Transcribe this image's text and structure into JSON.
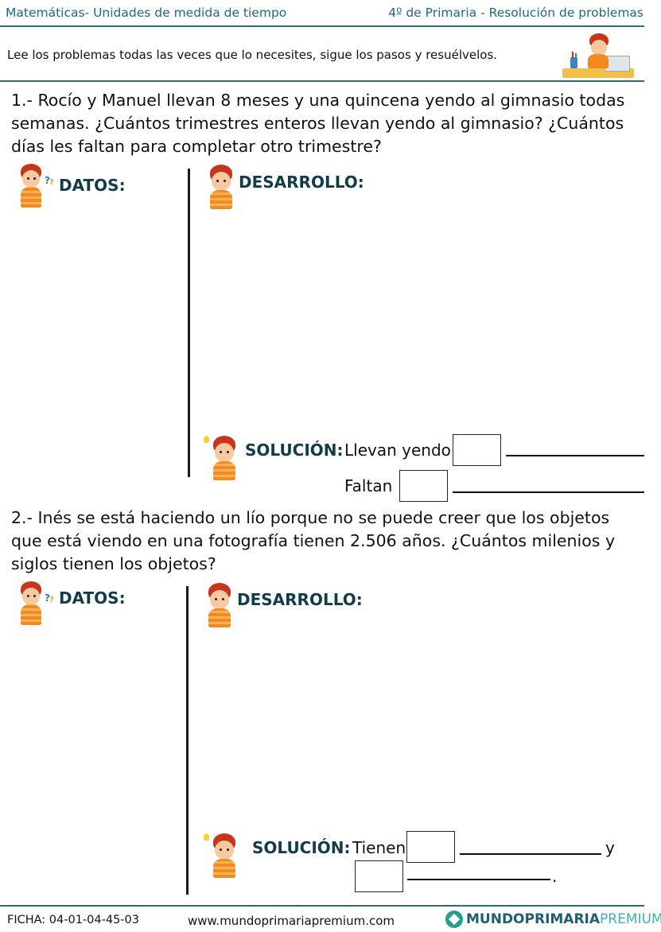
{
  "header": {
    "subject": "Matemáticas- Unidades de medida de tiempo",
    "level": "4º de Primaria - Resolución de problemas"
  },
  "instructions": "Lee los problemas todas las veces que lo necesites, sigue los pasos y resuélvelos.",
  "problems": [
    {
      "statement": "1.- Rocío y Manuel llevan 8 meses y una quincena yendo al gimnasio todas semanas. ¿Cuántos trimestres enteros llevan yendo al gimnasio? ¿Cuántos días les faltan para completar otro trimestre?",
      "datos_label": "DATOS:",
      "desarrollo_label": "DESARROLLO:",
      "solucion_label": "SOLUCIÓN:",
      "solucion_text_1": "Llevan yendo",
      "solucion_text_2": "Faltan"
    },
    {
      "statement": "2.- Inés se está haciendo un lío porque no se puede creer que los objetos que está viendo en una fotografía tienen 2.506 años. ¿Cuántos milenios y siglos tienen los objetos?",
      "datos_label": "DATOS:",
      "desarrollo_label": "DESARROLLO:",
      "solucion_label": "SOLUCIÓN:",
      "solucion_text_1": "Tienen",
      "solucion_connector": "y",
      "solucion_end": "."
    }
  ],
  "footer": {
    "ficha": "FICHA:  04-01-04-45-03",
    "url": "www.mundoprimariapremium.com",
    "logo_part1": "MUNDO",
    "logo_part2": "PRIMARIA",
    "logo_part3": "PREMIUM"
  },
  "colors": {
    "header_text": "#1e6b78",
    "labels": "#123c4a",
    "hair": "#c9341d",
    "shirt": "#f28a1e"
  }
}
